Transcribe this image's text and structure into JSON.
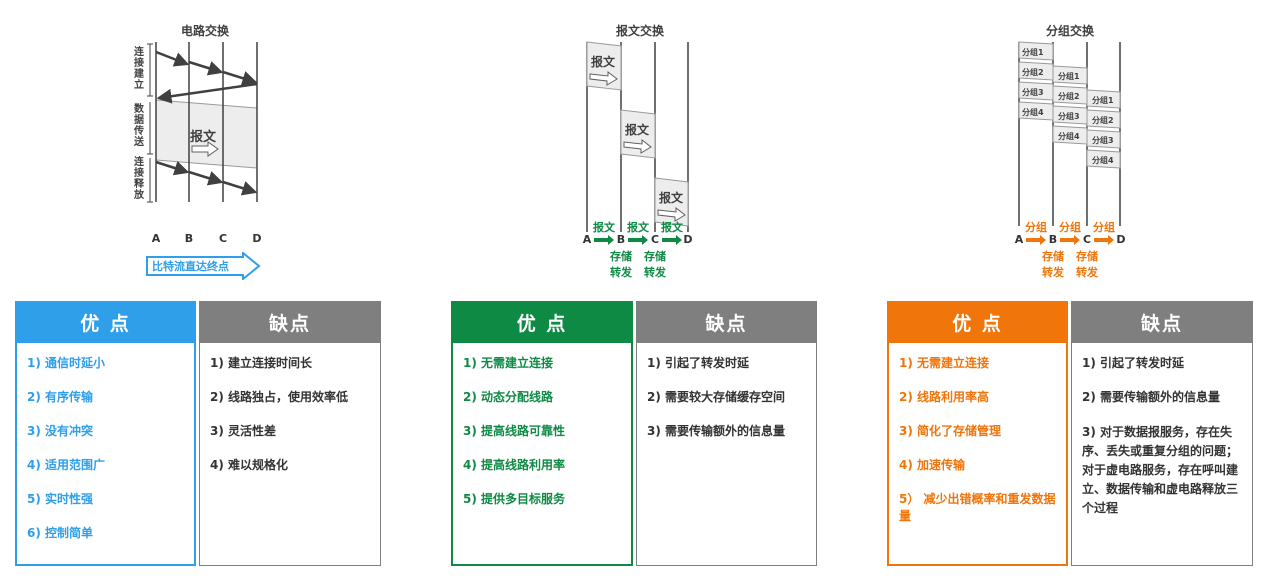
{
  "circuit": {
    "title": "电路交换",
    "phases": [
      "连接建立",
      "数据传送",
      "连接释放"
    ],
    "message_label": "报文",
    "nodes": [
      "A",
      "B",
      "C",
      "D"
    ],
    "direct_label": "比特流直达终点"
  },
  "message": {
    "title": "报文交换",
    "message_label": "报文",
    "nodes": [
      "A",
      "B",
      "C",
      "D"
    ],
    "hop_labels": [
      "报文",
      "报文",
      "报文"
    ],
    "store_labels": [
      "存储",
      "存储"
    ],
    "forward_labels": [
      "转发",
      "转发"
    ]
  },
  "packet": {
    "title": "分组交换",
    "packet_labels": [
      "分组1",
      "分组2",
      "分组3",
      "分组4"
    ],
    "nodes": [
      "A",
      "B",
      "C",
      "D"
    ],
    "hop_labels": [
      "分组",
      "分组",
      "分组"
    ],
    "store_labels": [
      "存储",
      "存储"
    ],
    "forward_labels": [
      "转发",
      "转发"
    ]
  },
  "colors": {
    "circuit_accent": "#2e9fe8",
    "message_accent": "#0f8a45",
    "packet_accent": "#f0750a",
    "cons_gray": "#7f7f7f"
  },
  "panels": {
    "circuit_pros": {
      "header": "优 点",
      "items": [
        "1) 通信时延小",
        "2) 有序传输",
        "3) 没有冲突",
        "4) 适用范围广",
        "5) 实时性强",
        "6) 控制简单"
      ]
    },
    "circuit_cons": {
      "header": "缺点",
      "items": [
        "1) 建立连接时间长",
        "2) 线路独占，使用效率低",
        "3) 灵活性差",
        "4) 难以规格化"
      ]
    },
    "message_pros": {
      "header": "优 点",
      "items": [
        "1) 无需建立连接",
        "2) 动态分配线路",
        "3) 提高线路可靠性",
        "4) 提高线路利用率",
        "5) 提供多目标服务"
      ]
    },
    "message_cons": {
      "header": "缺点",
      "items": [
        "1) 引起了转发时延",
        "2) 需要较大存储缓存空间",
        "3) 需要传输额外的信息量"
      ]
    },
    "packet_pros": {
      "header": "优 点",
      "items": [
        "1) 无需建立连接",
        "2) 线路利用率高",
        "3) 简化了存储管理",
        "4) 加速传输",
        "5） 减少出错概率和重发数据量"
      ]
    },
    "packet_cons": {
      "header": "缺点",
      "items": [
        "1) 引起了转发时延",
        "2) 需要传输额外的信息量",
        "3) 对于数据报服务，存在失序、丢失或重复分组的问题；对于虚电路服务，存在呼叫建立、数据传输和虚电路释放三个过程"
      ]
    }
  }
}
